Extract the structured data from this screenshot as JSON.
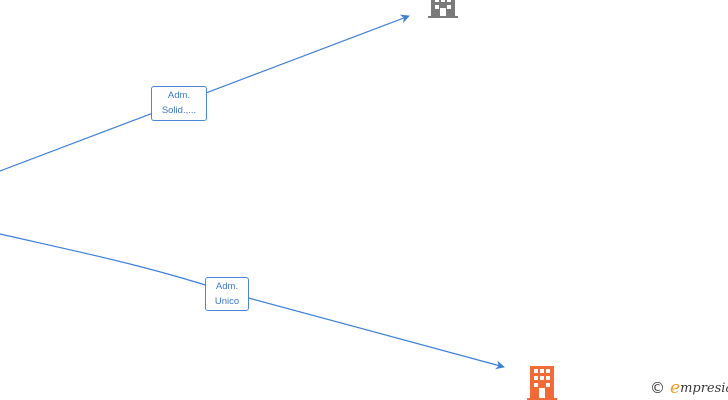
{
  "edges": [
    {
      "label_line1": "Adm.",
      "label_line2": "Solid.,..."
    },
    {
      "label_line1": "Adm.",
      "label_line2": "Unico"
    }
  ],
  "nodes": [
    {
      "icon": "building-icon",
      "color": "#7a7a7a"
    },
    {
      "icon": "building-icon",
      "color": "#f26a35"
    }
  ],
  "colors": {
    "edge": "#3d7fd6",
    "label_text": "#3b78c9"
  },
  "watermark": {
    "symbol": "©",
    "brand_initial": "e",
    "brand_rest": "mpresia"
  }
}
